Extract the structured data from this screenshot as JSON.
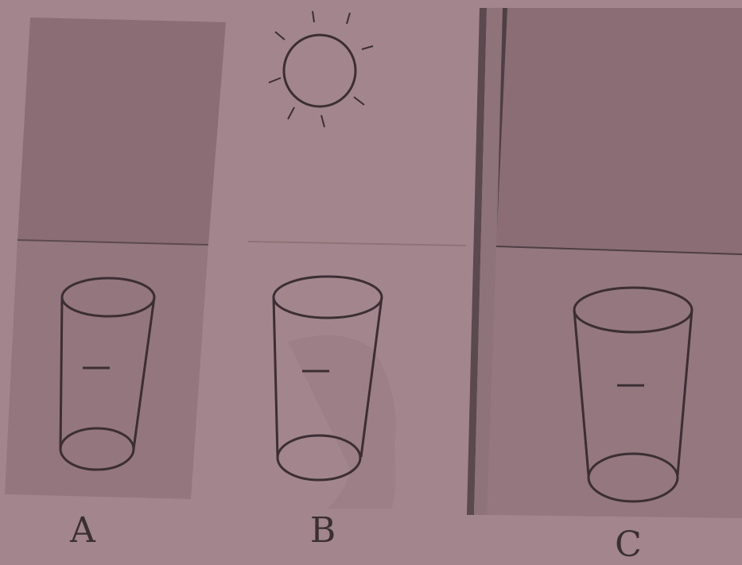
{
  "panels": [
    {
      "id": "A",
      "label": "A",
      "condition": "dark"
    },
    {
      "id": "B",
      "label": "B",
      "condition": "sun"
    },
    {
      "id": "C",
      "label": "C",
      "condition": "dark"
    }
  ],
  "colors": {
    "paper": "#a3868d",
    "dark_wall": "#8c6f77",
    "dark_floor": "#957880",
    "light_paper": "#a88b92",
    "glass_line": "#3b2f34",
    "divider": "#5a494f"
  },
  "icons": [
    "sun-icon",
    "glass-icon"
  ]
}
